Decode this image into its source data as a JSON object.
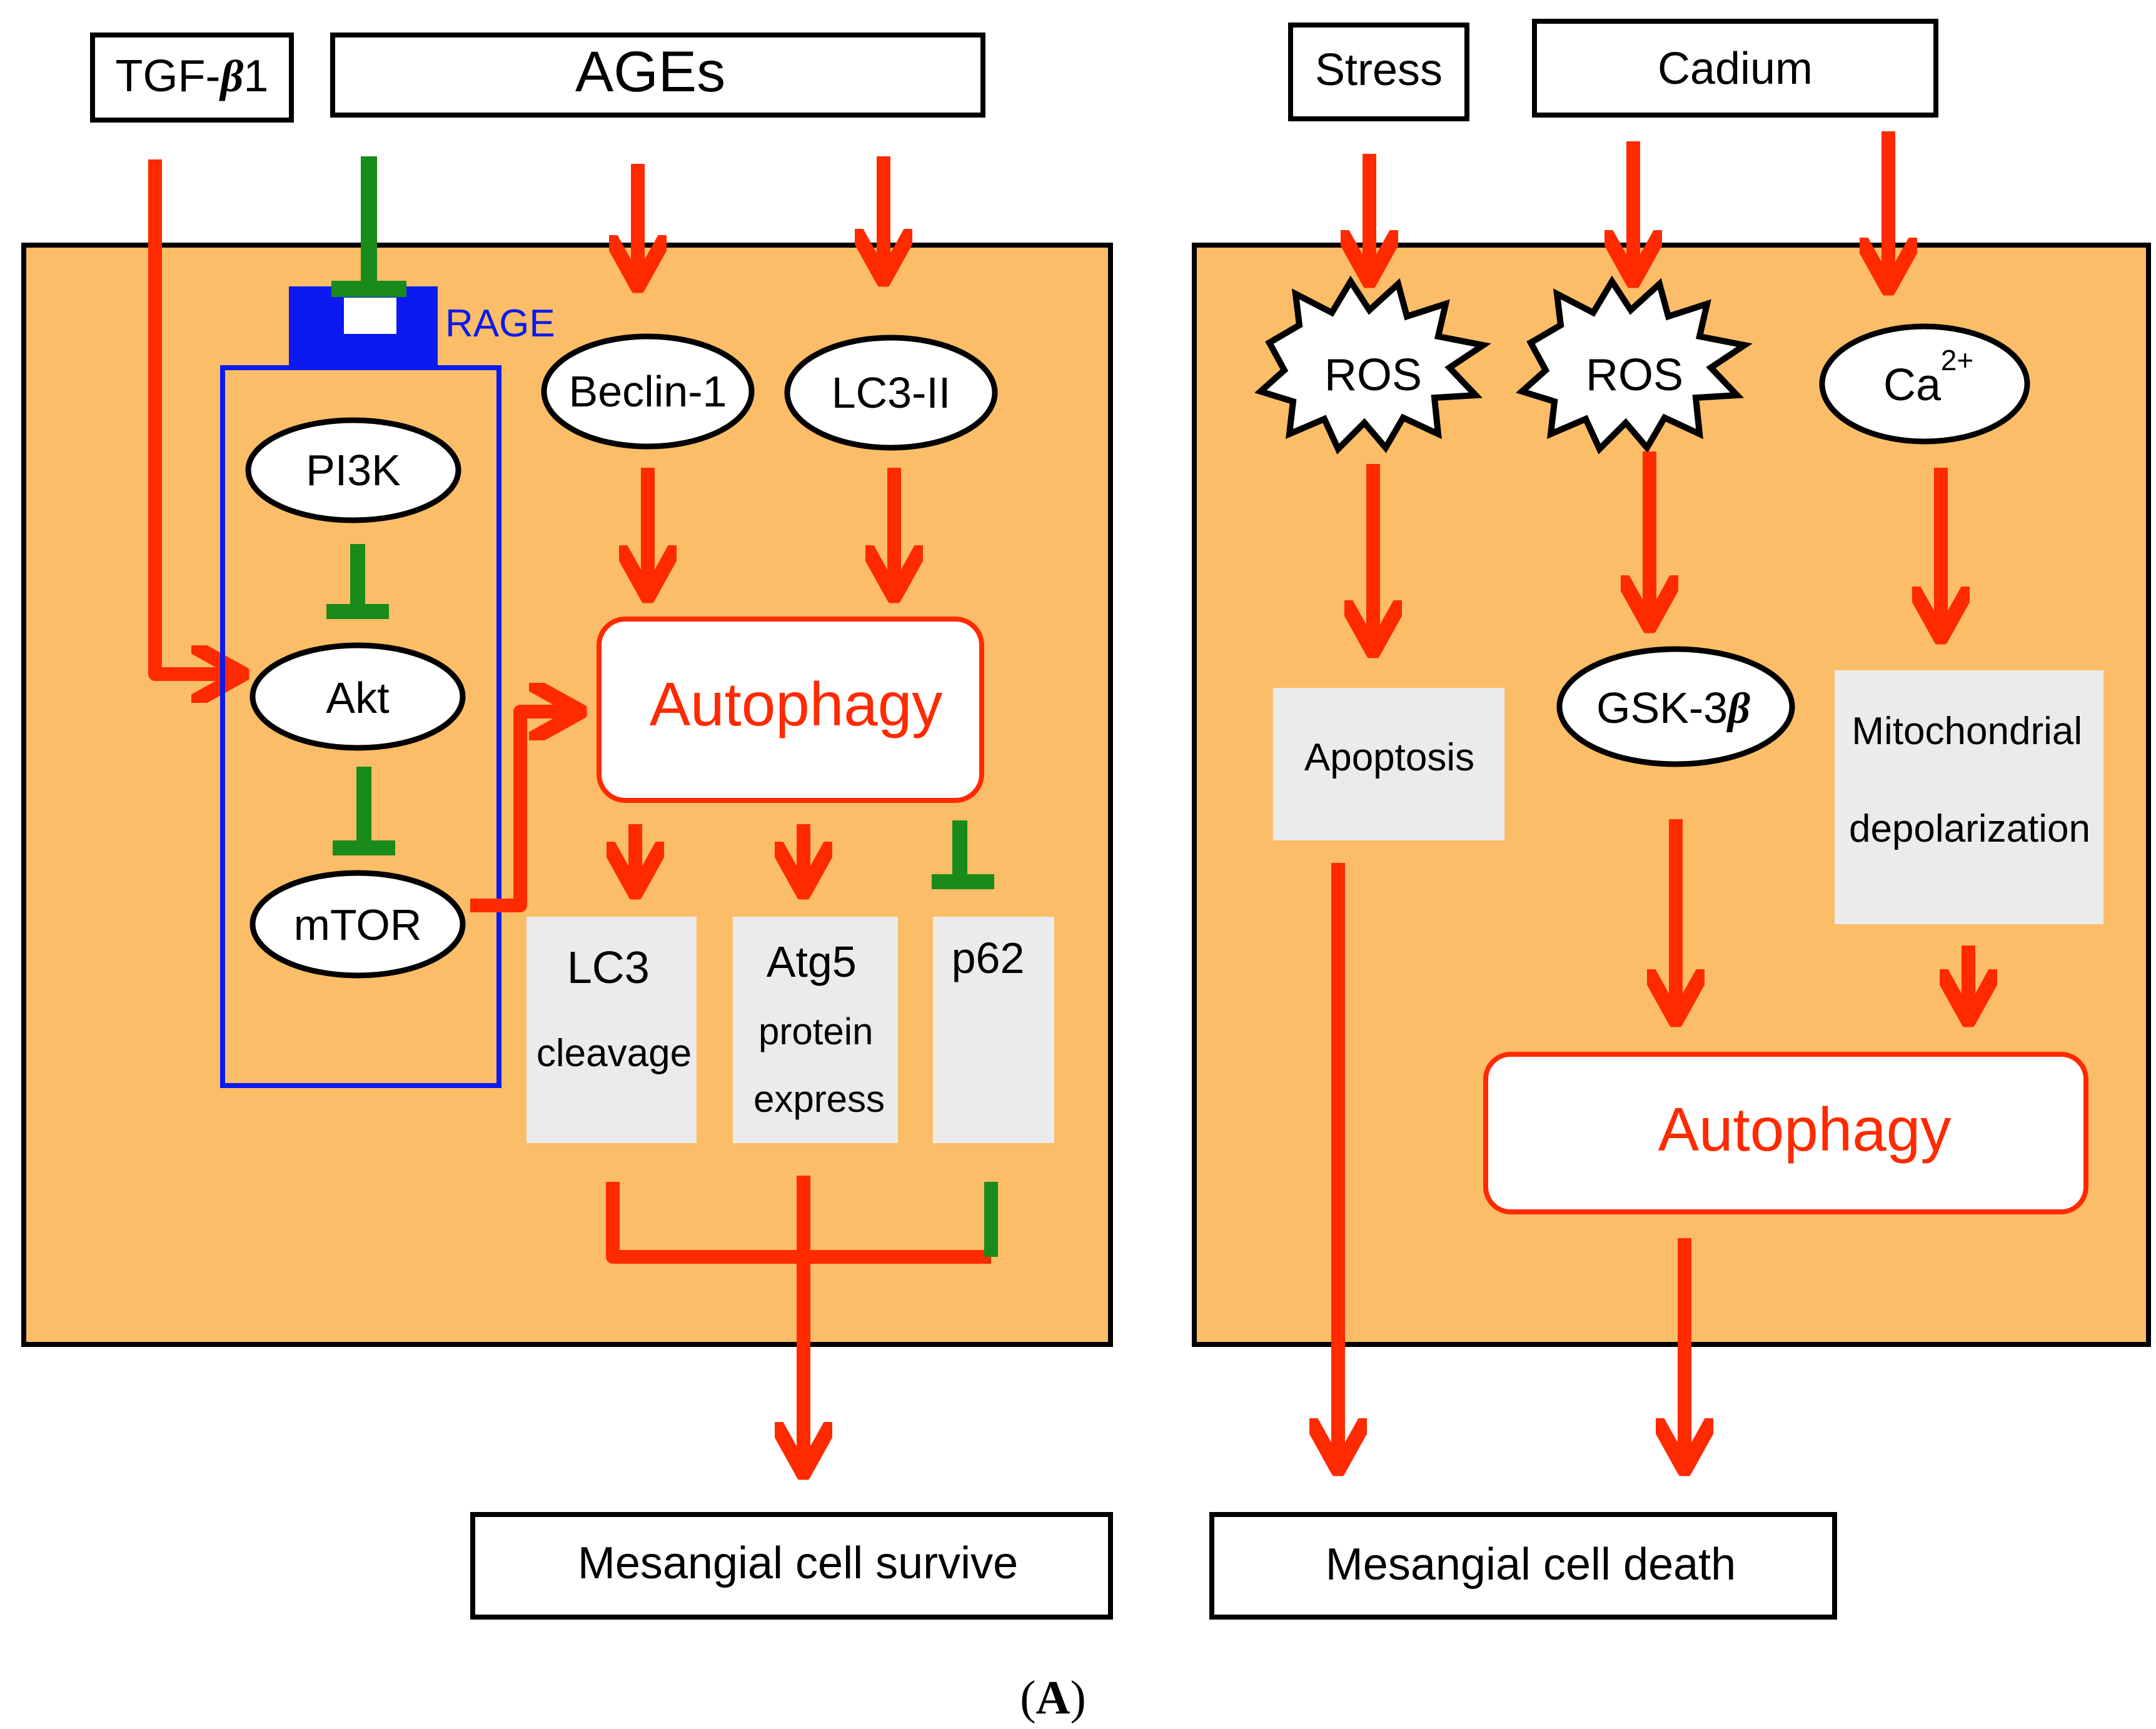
{
  "colors": {
    "cell": "#FBBD67",
    "red": "#FF2A00",
    "green": "#1A8A1A",
    "blue": "#0A1AF0",
    "grey_box": "#EBEBEB",
    "black": "#000000"
  },
  "left_panel": {
    "input_tgf": {
      "prefix": "TGF-",
      "beta": "β",
      "suffix": "1"
    },
    "input_ages": "AGEs",
    "receptor_label": "RAGE",
    "pi3k": "PI3K",
    "akt": "Akt",
    "mtor": "mTOR",
    "beclin": "Beclin-1",
    "lc3ii": "LC3-II",
    "autophagy": "Autophagy",
    "marker_lc3": {
      "line1": "LC3",
      "line2": "cleavage"
    },
    "marker_atg5": {
      "line1": "Atg5",
      "line2": "protein",
      "line3": "express"
    },
    "marker_p62": {
      "line1": "p62"
    },
    "outcome": "Mesangial cell survive"
  },
  "right_panel": {
    "input_stress": "Stress",
    "input_cadium": "Cadium",
    "ros1": "ROS",
    "ros2": "ROS",
    "ca": {
      "base": "Ca",
      "sup": "2+"
    },
    "apoptosis": "Apoptosis",
    "gsk": {
      "prefix": "GSK-3",
      "beta": "β"
    },
    "mito": {
      "line1": "Mitochondrial",
      "line2": "depolarization"
    },
    "autophagy": "Autophagy",
    "outcome": "Mesangial cell death"
  },
  "panel_label": {
    "open": "(",
    "letter": "A",
    "close": ")"
  }
}
